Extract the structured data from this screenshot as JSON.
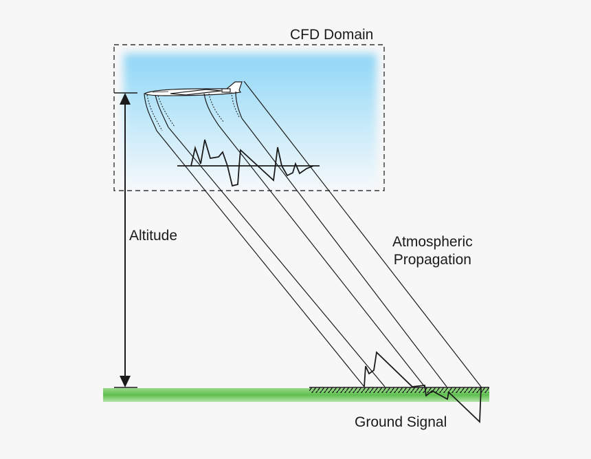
{
  "labels": {
    "cfd_domain": "CFD Domain",
    "altitude": "Altitude",
    "atmospheric_line1": "Atmospheric",
    "atmospheric_line2": "Propagation",
    "ground_signal": "Ground Signal"
  },
  "colors": {
    "sky_top": "#8fd6f7",
    "sky_bottom": "#f4f9fb",
    "ground": "#6cc35a",
    "line": "#1a1a1a",
    "background": "#f7f7f7"
  }
}
